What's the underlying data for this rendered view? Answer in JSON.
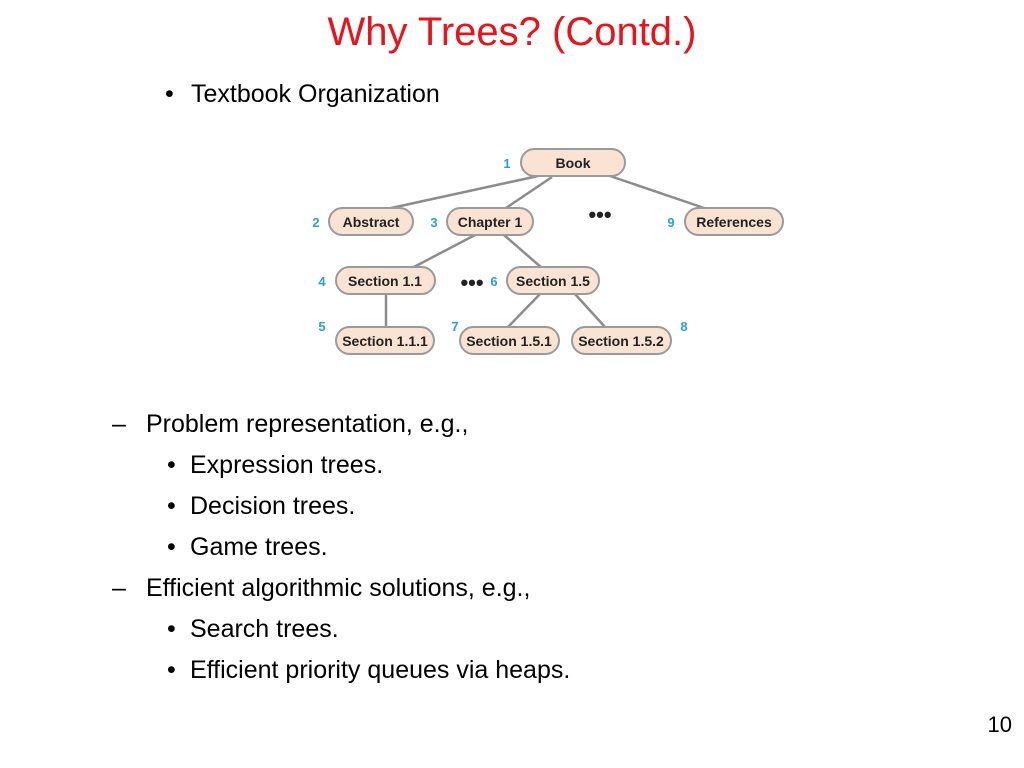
{
  "slide": {
    "title": "Why Trees? (Contd.)",
    "page_number": "10"
  },
  "top_bullet": {
    "marker": "•",
    "text": "Textbook Organization"
  },
  "tree": {
    "nodes": [
      {
        "id": "book",
        "number": "1",
        "label": "Book"
      },
      {
        "id": "abstract",
        "number": "2",
        "label": "Abstract"
      },
      {
        "id": "chapter1",
        "number": "3",
        "label": "Chapter 1"
      },
      {
        "id": "references",
        "number": "9",
        "label": "References"
      },
      {
        "id": "section11",
        "number": "4",
        "label": "Section 1.1"
      },
      {
        "id": "section15",
        "number": "6",
        "label": "Section 1.5"
      },
      {
        "id": "section111",
        "number": "5",
        "label": "Section 1.1.1"
      },
      {
        "id": "section151",
        "number": "7",
        "label": "Section 1.5.1"
      },
      {
        "id": "section152",
        "number": "8",
        "label": "Section 1.5.2"
      }
    ],
    "ellipsis": "•••"
  },
  "list": [
    {
      "marker": "–",
      "text": "Problem representation, e.g.,",
      "children": [
        {
          "marker": "•",
          "text": "Expression trees."
        },
        {
          "marker": "•",
          "text": "Decision trees."
        },
        {
          "marker": "•",
          "text": "Game trees."
        }
      ]
    },
    {
      "marker": "–",
      "text": "Efficient algorithmic solutions, e.g.,",
      "children": [
        {
          "marker": "•",
          "text": "Search trees."
        },
        {
          "marker": "•",
          "text": "Efficient priority queues via heaps."
        }
      ]
    }
  ]
}
